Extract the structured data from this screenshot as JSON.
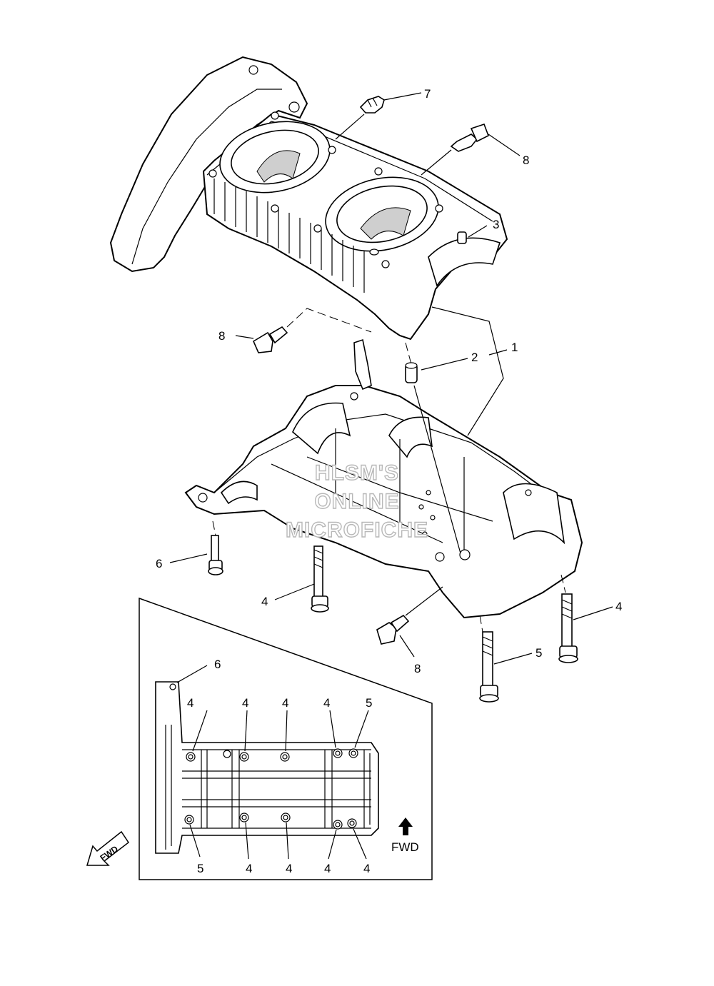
{
  "callouts": [
    {
      "id": "c1",
      "text": "1"
    },
    {
      "id": "c2",
      "text": "2"
    },
    {
      "id": "c3",
      "text": "3"
    },
    {
      "id": "c4a",
      "text": "4"
    },
    {
      "id": "c4b",
      "text": "4"
    },
    {
      "id": "c5",
      "text": "5"
    },
    {
      "id": "c6",
      "text": "6"
    },
    {
      "id": "c7",
      "text": "7"
    },
    {
      "id": "c8a",
      "text": "8"
    },
    {
      "id": "c8b",
      "text": "8"
    },
    {
      "id": "c8c",
      "text": "8"
    }
  ],
  "inset": {
    "top_labels": [
      "6",
      "4",
      "4",
      "4",
      "4",
      "5"
    ],
    "bottom_labels": [
      "5",
      "4",
      "4",
      "4",
      "4"
    ],
    "fwd_label": "FWD"
  },
  "fwd_arrow_label": "FWD",
  "watermark": [
    "HLSM'S",
    "ONLINE",
    "MICROFICHE"
  ]
}
